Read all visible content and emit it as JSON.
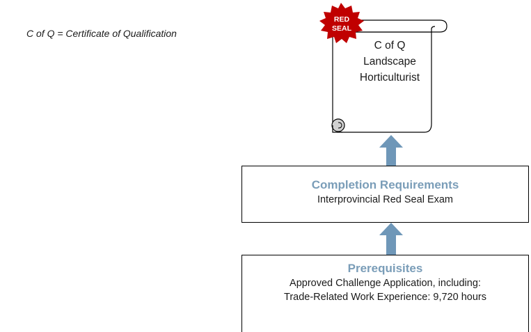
{
  "legend": {
    "text": "C of Q = Certificate of Qualification"
  },
  "certificate": {
    "seal_line1": "RED",
    "seal_line2": "SEAL",
    "lines": [
      "C of Q",
      "Landscape",
      "Horticulturist"
    ]
  },
  "completion": {
    "title": "Completion Requirements",
    "lines": [
      "Interprovincial Red Seal Exam"
    ]
  },
  "prerequisites": {
    "title": "Prerequisites",
    "lines": [
      "Approved Challenge Application, including:",
      "Trade-Related Work Experience: 9,720 hours"
    ]
  },
  "colors": {
    "title_blue": "#7a9db8",
    "arrow_blue": "#6f97b8",
    "seal_red": "#c00000",
    "scroll_curl_gray": "#d0d0d0"
  }
}
